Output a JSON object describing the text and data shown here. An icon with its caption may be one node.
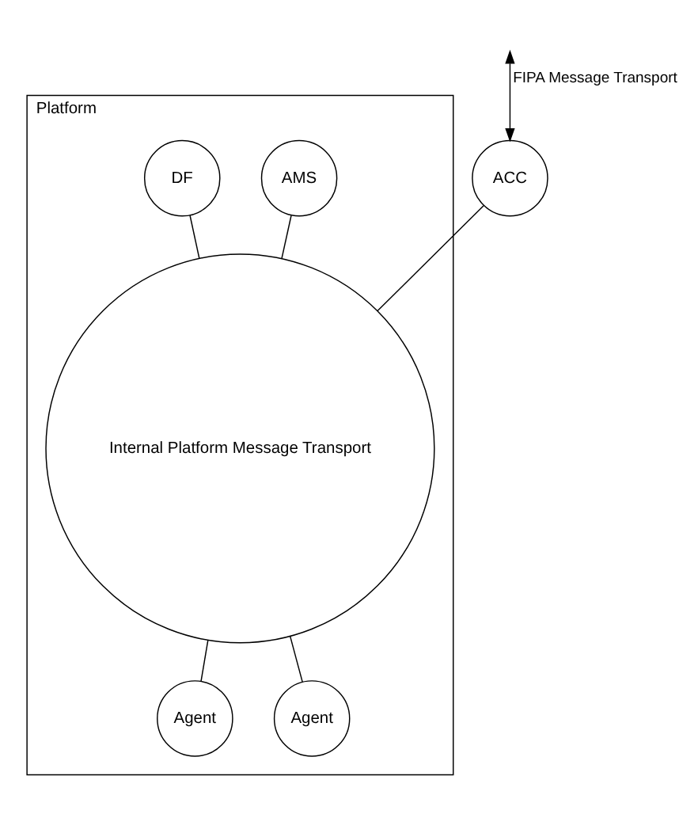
{
  "diagram": {
    "nodes": [
      {
        "text": [
          "Platform"
        ]
      },
      {
        "text": [
          "ACC"
        ]
      },
      {
        "text": [
          "AMS"
        ],
        "in": 0
      },
      {
        "text": [
          "DF"
        ],
        "in": 0
      },
      {
        "text": [
          "Internal Platform Message Transport"
        ],
        "in": 0
      },
      {
        "text": [
          "Agent"
        ],
        "in": 0
      },
      {
        "text": [
          "Agent"
        ],
        "in": 0
      }
    ],
    "edges": [
      {
        "from": null,
        "to": 1,
        "arrow": "both",
        "label": "FIPA Message Transport"
      },
      {
        "from": 1,
        "to": 4,
        "arrow": "none"
      },
      {
        "from": 2,
        "to": 4,
        "arrow": "none"
      },
      {
        "from": 3,
        "to": 4,
        "arrow": "none"
      },
      {
        "from": 4,
        "to": 5,
        "arrow": "none"
      },
      {
        "from": 4,
        "to": 6,
        "arrow": "none"
      }
    ]
  }
}
